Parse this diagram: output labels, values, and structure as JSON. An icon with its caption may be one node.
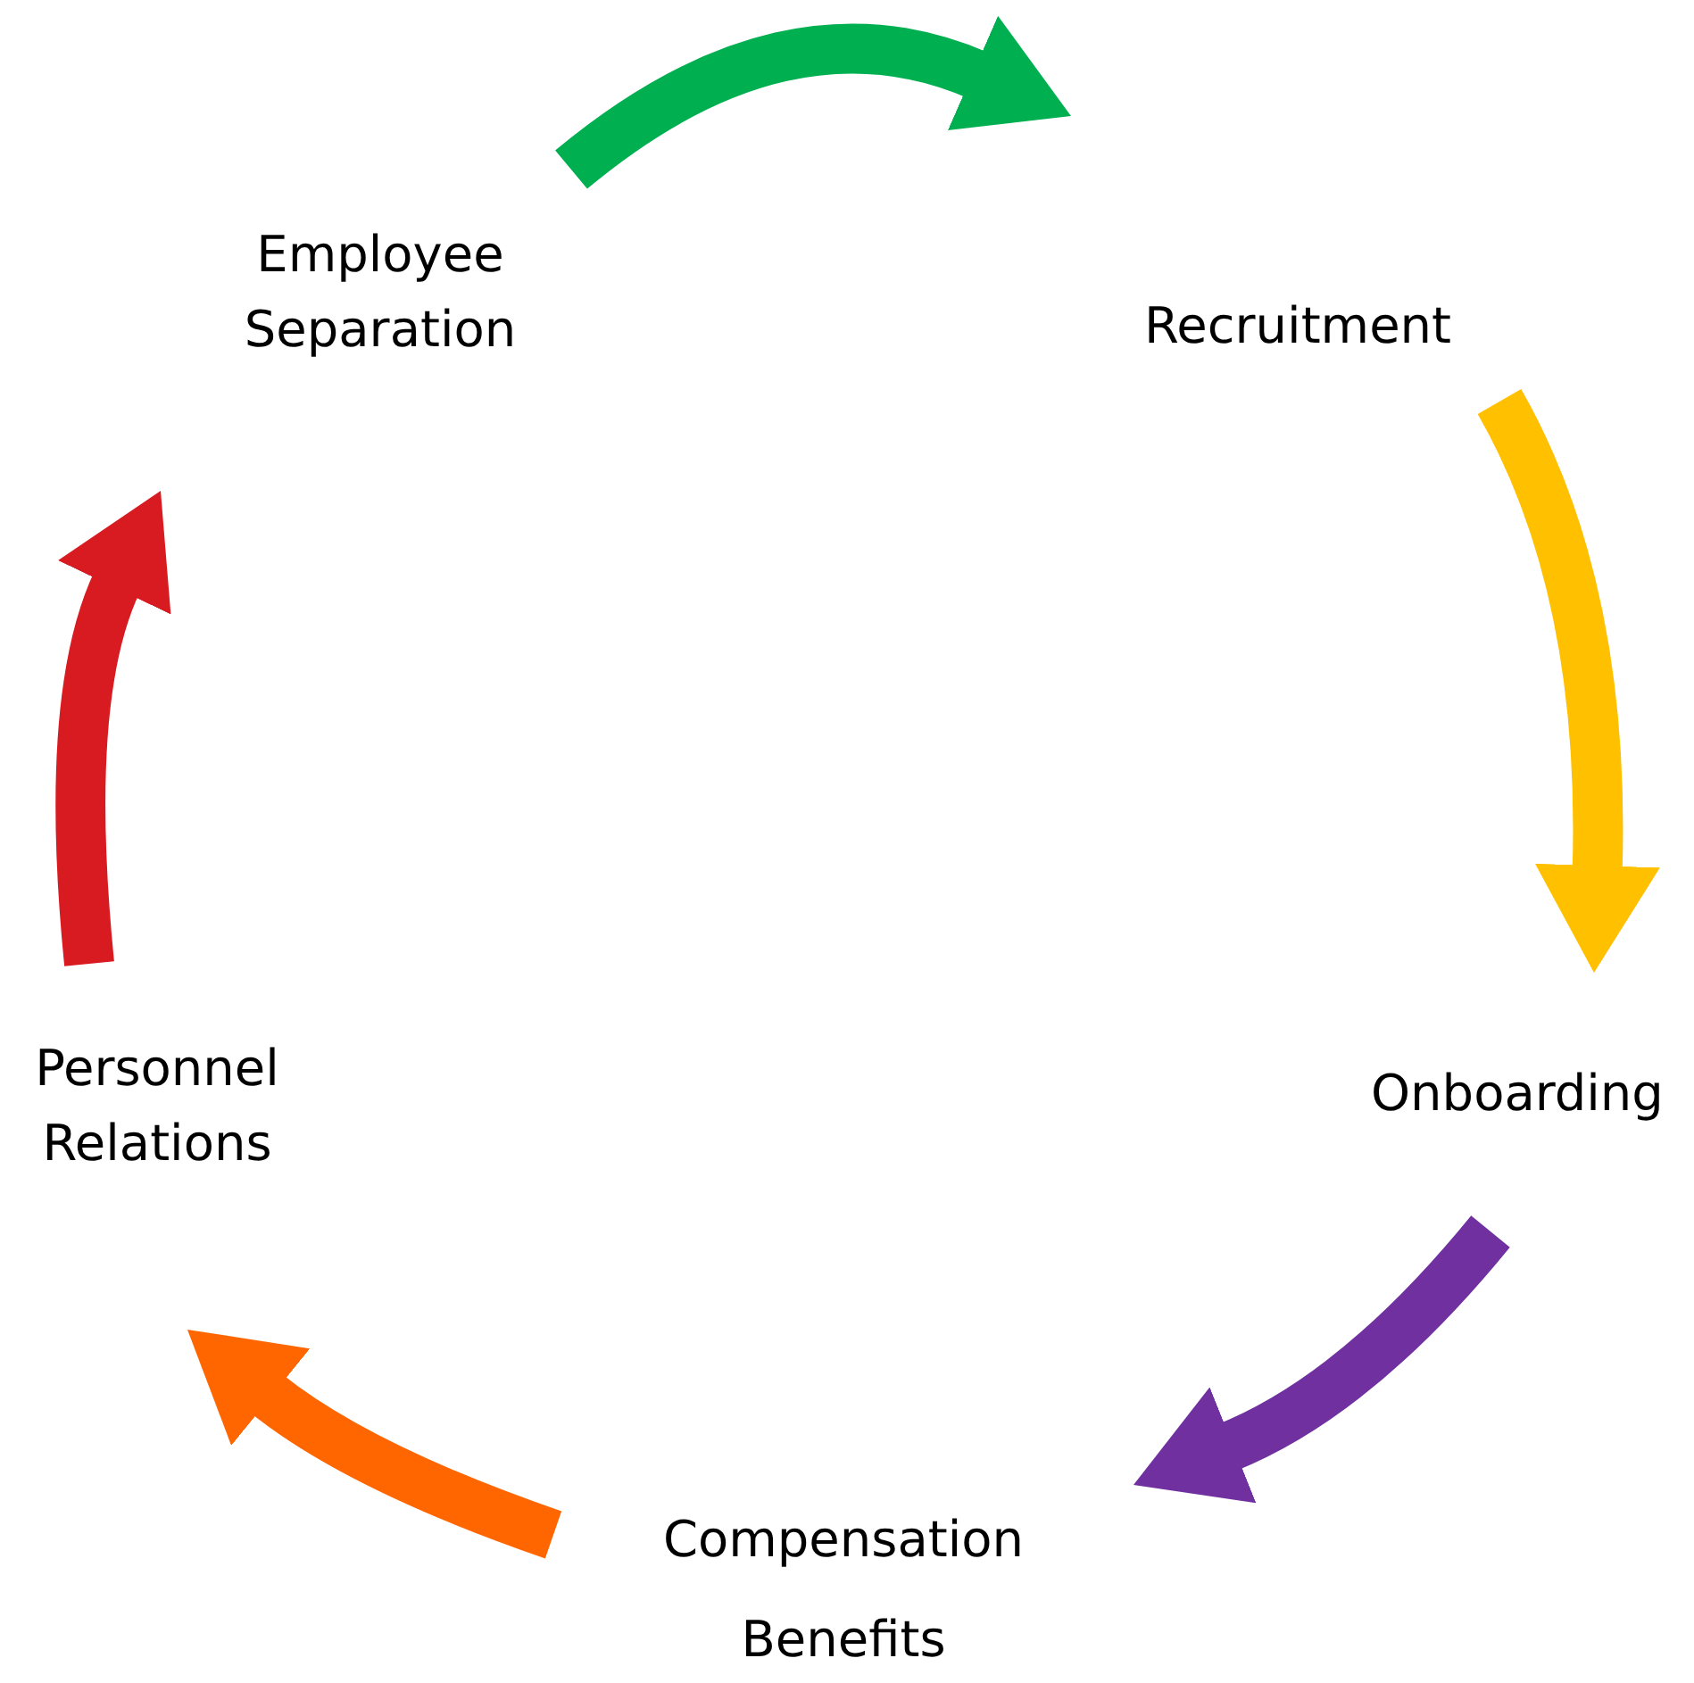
{
  "diagram": {
    "nodes": [
      {
        "text": [
          "Employee Separation"
        ]
      },
      {
        "text": [
          "Recruitment"
        ]
      },
      {
        "text": [
          "Onboarding"
        ]
      },
      {
        "text": [
          "Compensation",
          "Benefits"
        ]
      },
      {
        "text": [
          "Personnel Relations"
        ]
      }
    ],
    "edges": [
      {
        "from": 0,
        "to": 1,
        "arrow": "to",
        "color": "#00b050"
      },
      {
        "from": 1,
        "to": 2,
        "arrow": "to",
        "color": "#ffc000"
      },
      {
        "from": 2,
        "to": 3,
        "arrow": "to",
        "color": "#7030a0"
      },
      {
        "from": 3,
        "to": 4,
        "arrow": "to",
        "color": "#ff6600"
      },
      {
        "from": 4,
        "to": 0,
        "arrow": "to",
        "color": "#d81b21"
      }
    ]
  }
}
